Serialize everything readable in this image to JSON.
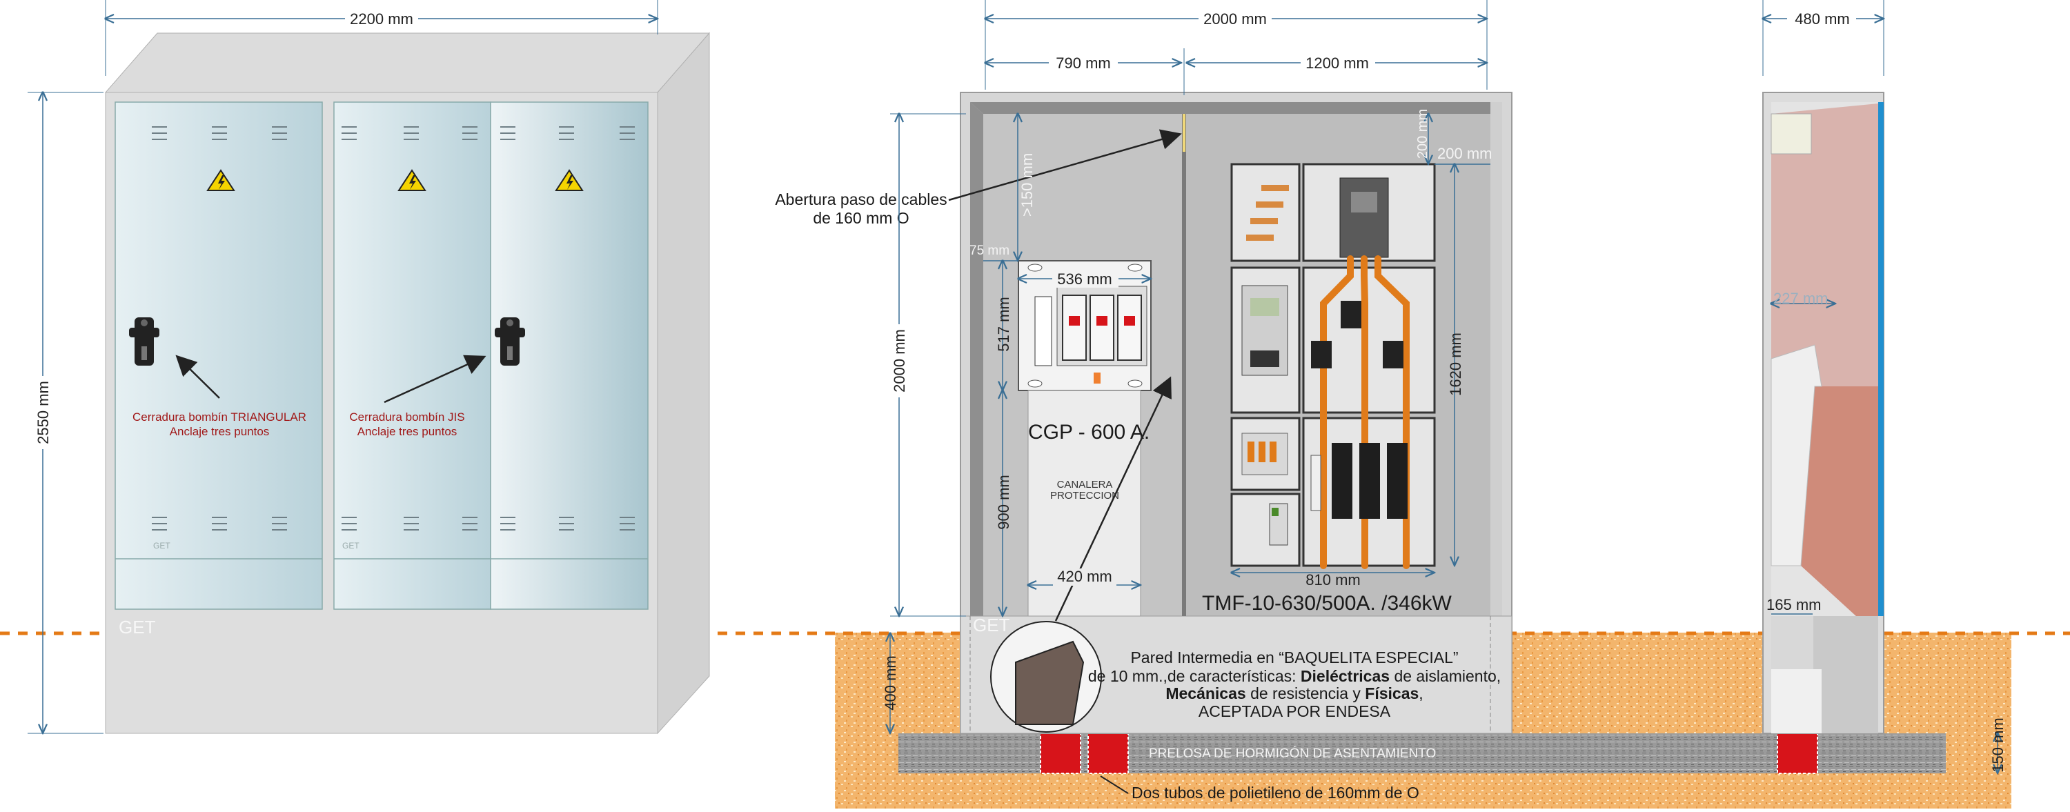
{
  "dimensions": {
    "left_width": "2200 mm",
    "left_height": "2550 mm",
    "front_width": "2000 mm",
    "front_left_section": "790 mm",
    "front_right_section": "1200 mm",
    "side_width": "480 mm",
    "front_height": "2000 mm",
    "clearance_top": ">150 mm",
    "clearance_side": "75 mm",
    "cgp_width": "536 mm",
    "cgp_height": "517 mm",
    "canaleta_height": "900 mm",
    "canaleta_width": "420 mm",
    "tmf_width": "810 mm",
    "tmf_height": "1620 mm",
    "tmf_top": "200 mm",
    "tmf_right": "200 mm",
    "base_height": "400 mm",
    "slab_height": "150 mm",
    "side_inner": "227 mm",
    "side_base": "165 mm"
  },
  "labels": {
    "lock_left_line1": "Cerradura bombín TRIANGULAR",
    "lock_left_line2": "Anclaje tres puntos",
    "lock_right_line1": "Cerradura bombín JIS",
    "lock_right_line2": "Anclaje tres puntos",
    "cable_opening_line1": "Abertura paso de cables",
    "cable_opening_line2": "de 160 mm O",
    "cgp": "CGP - 600 A.",
    "canalera_line1": "CANALERA",
    "canalera_line2": "PROTECCION",
    "tmf": "TMF-10-630/500A. /346kW",
    "brand": "GET",
    "wall_line1": "Pared Intermedia en “BAQUELITA ESPECIAL”",
    "wall_line2_a": "de 10 mm.,de características: ",
    "wall_line2_b": "Dieléctricas",
    "wall_line2_c": " de aislamiento,",
    "wall_line3_a": "Mecánicas",
    "wall_line3_b": " de resistencia y ",
    "wall_line3_c": "Físicas",
    "wall_line3_d": ",",
    "wall_line4": "ACEPTADA POR ENDESA",
    "slab": "PRELOSA DE HORMIGÓN DE ASENTAMIENTO",
    "tubes": "Dos tubos de polietileno de 160mm de O"
  },
  "colors": {
    "cabinet": "#d9d9d9",
    "door": "#cfe0e6",
    "ground": "#f2b66a",
    "slab": "#8f8f8f",
    "tube": "#d7141a",
    "busbar": "#e07b1a",
    "dimension_line": "#3a6f95",
    "ground_line": "#e47a16"
  },
  "icons": [
    "vent-slot-icon",
    "warning-lightning-icon",
    "lock-handle-icon",
    "arrow-icon"
  ]
}
